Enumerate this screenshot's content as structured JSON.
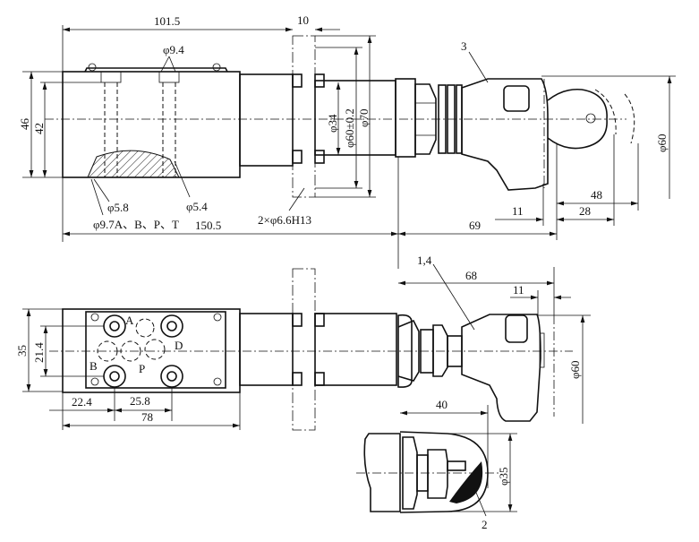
{
  "drawing": {
    "top_view": {
      "dim_length_body": "101.5",
      "dim_flange": "10",
      "dim_port_dia": "φ9.4",
      "dim_height_46": "46",
      "dim_height_42": "42",
      "dim_d34": "φ34",
      "dim_d60": "φ60±0.2",
      "dim_d70": "φ70",
      "dim_hole_58": "φ5.8",
      "dim_hole_54": "φ5.4",
      "dim_ports": "φ9.7A、B、P、T",
      "dim_total": "150.5",
      "dim_mount_holes": "2×φ6.6H13",
      "dim_69": "69",
      "dim_11": "11",
      "dim_28": "28",
      "dim_48": "48",
      "dim_d60_knob": "φ60",
      "part_label": "3"
    },
    "bottom_view": {
      "dim_35": "35",
      "dim_21_4": "21.4",
      "dim_22_4": "22.4",
      "dim_25_8": "25.8",
      "dim_78": "78",
      "port_a": "A",
      "port_b": "B",
      "port_p": "P",
      "port_d": "D",
      "part_label": "1,4",
      "dim_68": "68",
      "dim_11": "11",
      "dim_d60": "φ60",
      "dim_40": "40"
    },
    "detail_view": {
      "dim_d35": "φ35",
      "part_label": "2"
    }
  }
}
